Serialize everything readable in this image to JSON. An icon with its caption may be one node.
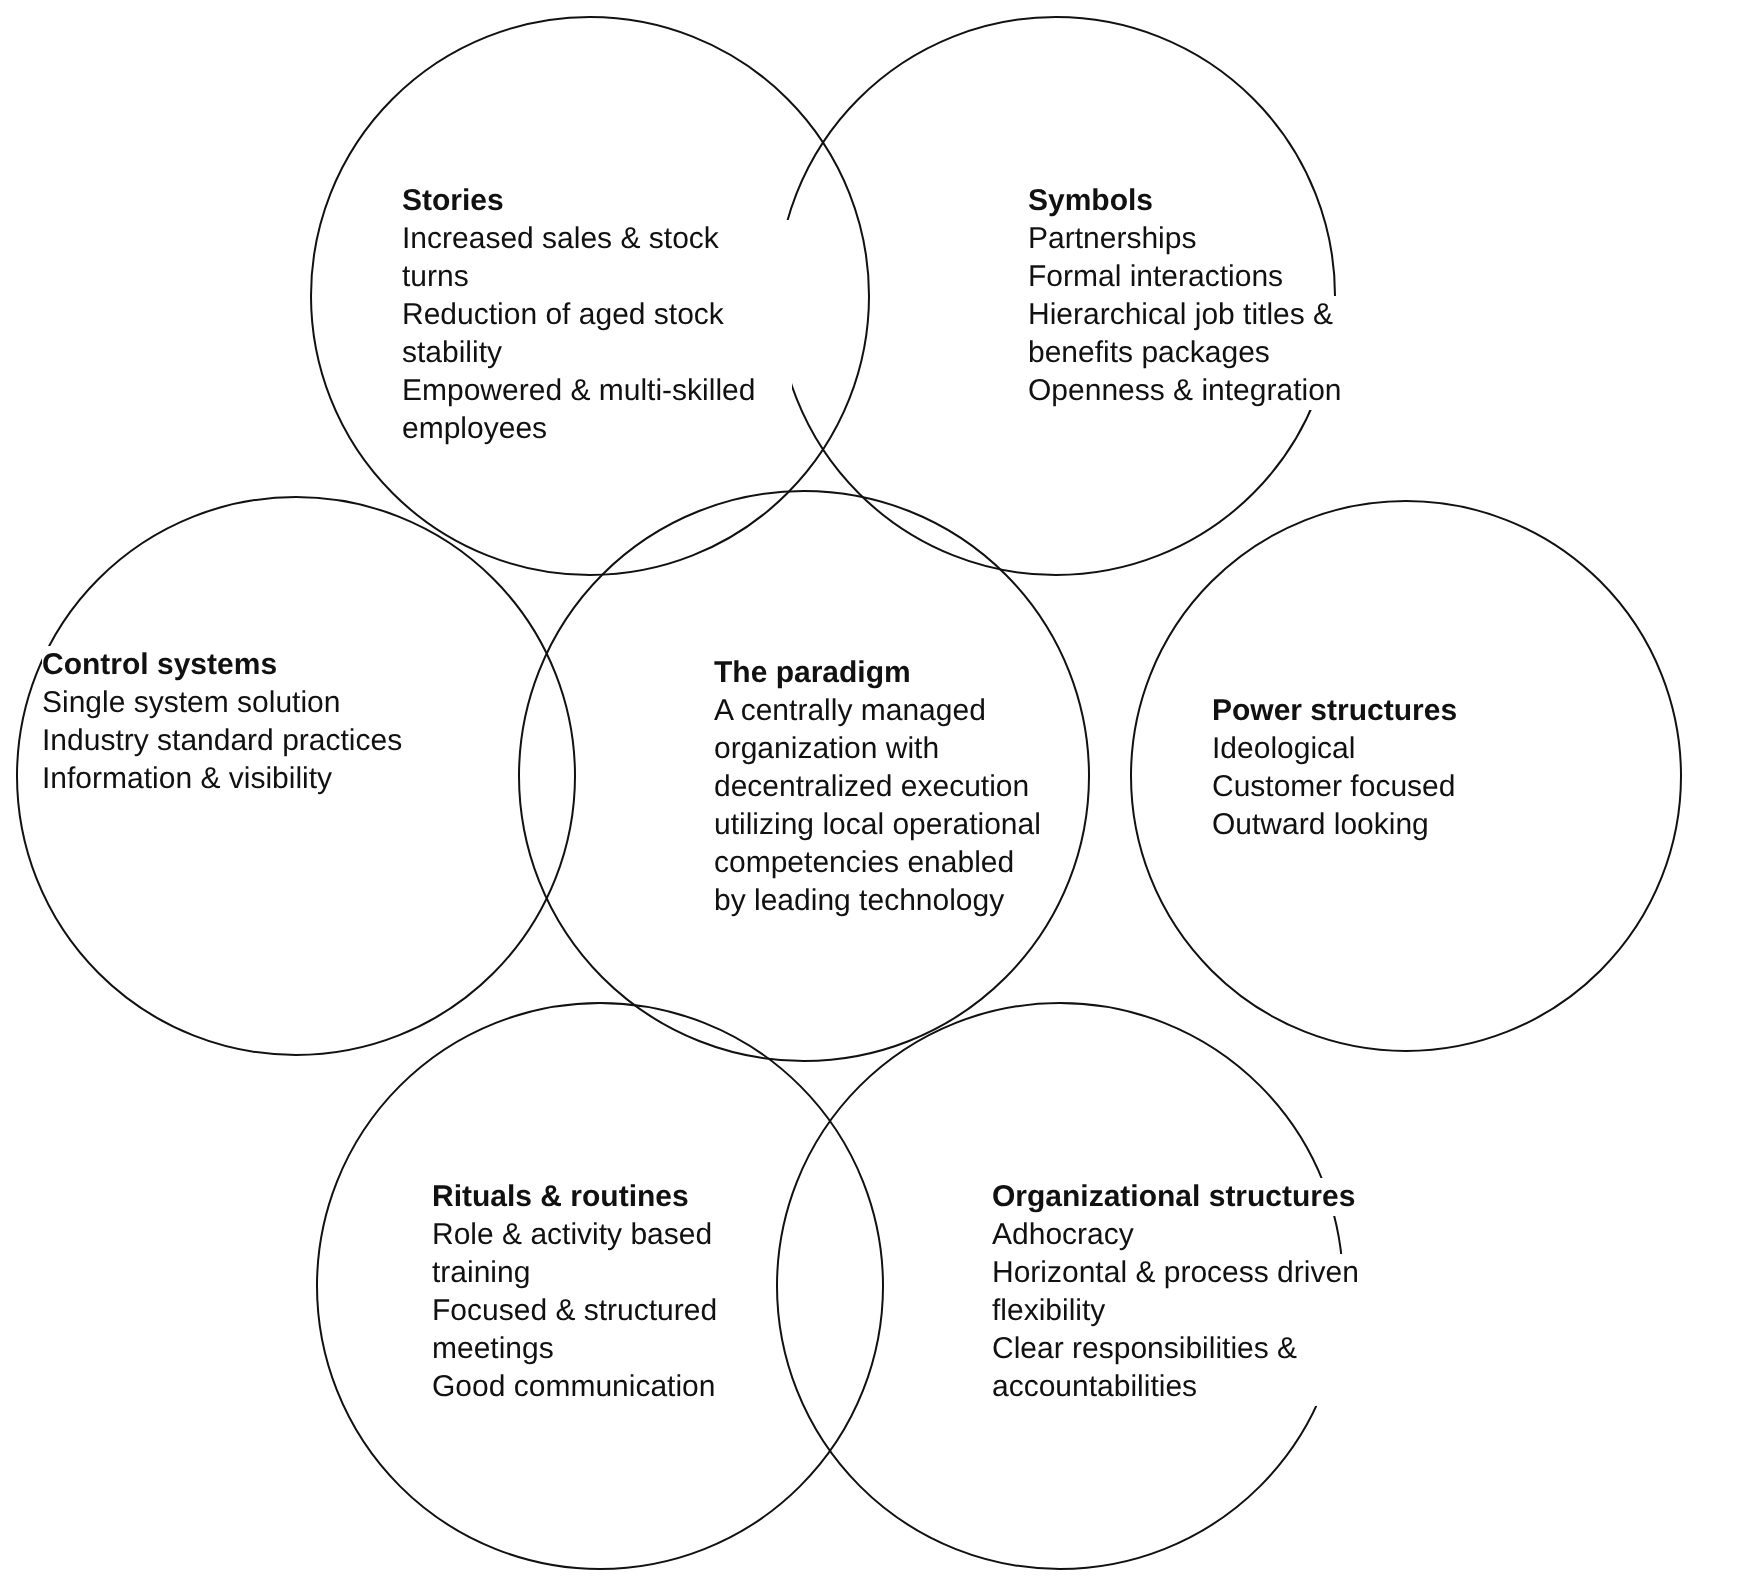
{
  "diagram": {
    "nodes": [
      {
        "text": [
          "Stories",
          "Increased sales & stock turns",
          "Reduction of aged stock stability",
          "Empowered & multi-skilled employees"
        ]
      },
      {
        "text": [
          "Symbols",
          "Partnerships",
          "Formal interactions",
          "Hierarchical job titles & benefits packages",
          "Openness & integration"
        ]
      },
      {
        "text": [
          "Control systems",
          "Single system solution",
          "Industry standard practices",
          "Information & visibility"
        ]
      },
      {
        "text": [
          "The paradigm",
          "A centrally managed organization with decentralized execution utilizing local operational competencies enabled by leading technology"
        ]
      },
      {
        "text": [
          "Power structures",
          "Ideological",
          "Customer focused",
          "Outward looking"
        ]
      },
      {
        "text": [
          "Rituals & routines",
          "Role & activity based training",
          "Focused & structured meetings",
          "Good communication"
        ]
      },
      {
        "text": [
          "Organizational structures",
          "Adhocracy",
          "Horizontal & process driven flexibility",
          "Clear responsibilities & accountabilities"
        ]
      }
    ]
  }
}
